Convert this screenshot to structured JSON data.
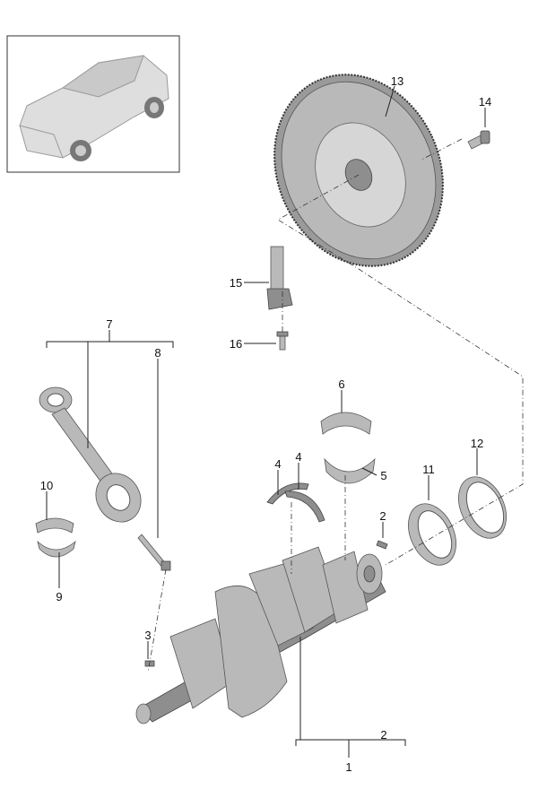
{
  "diagram": {
    "title": "Crankshaft, flywheel and bearings exploded parts view",
    "callouts": [
      {
        "id": "c13",
        "text": "13"
      },
      {
        "id": "c14",
        "text": "14"
      },
      {
        "id": "c15",
        "text": "15"
      },
      {
        "id": "c16",
        "text": "16"
      },
      {
        "id": "c7",
        "text": "7"
      },
      {
        "id": "c8",
        "text": "8"
      },
      {
        "id": "c6",
        "text": "6"
      },
      {
        "id": "c4a",
        "text": "4"
      },
      {
        "id": "c4b",
        "text": "4"
      },
      {
        "id": "c5",
        "text": "5"
      },
      {
        "id": "c10",
        "text": "10"
      },
      {
        "id": "c9",
        "text": "9"
      },
      {
        "id": "c11",
        "text": "11"
      },
      {
        "id": "c12",
        "text": "12"
      },
      {
        "id": "c2a",
        "text": "2"
      },
      {
        "id": "c3",
        "text": "3"
      },
      {
        "id": "c2b",
        "text": "2"
      },
      {
        "id": "c1",
        "text": "1"
      }
    ]
  }
}
